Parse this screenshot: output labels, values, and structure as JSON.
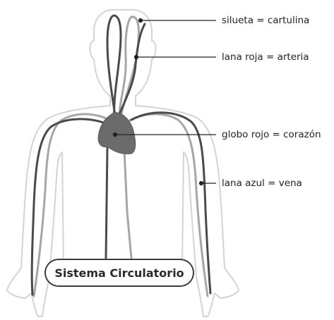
{
  "title": "Sistema Circulatorio",
  "labels": [
    {
      "id": "silhouette",
      "text": "silueta = cartulina"
    },
    {
      "id": "artery",
      "text": "lana roja = arteria"
    },
    {
      "id": "heart",
      "text": "globo rojo = corazón"
    },
    {
      "id": "vein",
      "text": "lana azul = vena"
    }
  ],
  "colors": {
    "silhouette": "#d4d4d4",
    "artery": "#4a4a4a",
    "vein": "#a6a6a6",
    "heart": "#6b6b6b",
    "leader": "#222222",
    "title_border": "#3d3d3d"
  }
}
